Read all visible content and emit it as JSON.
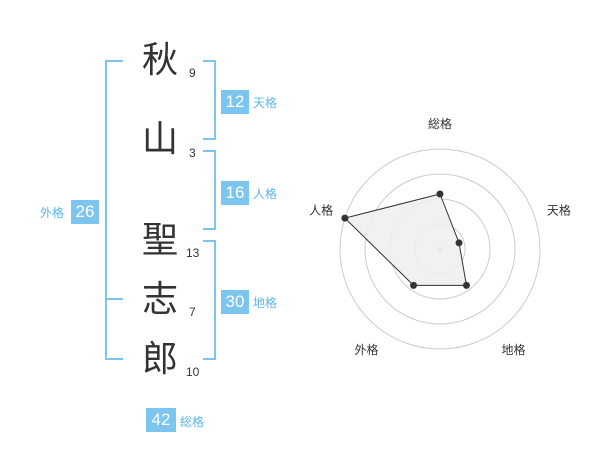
{
  "name": {
    "chars": [
      {
        "char": "秋",
        "strokes": "9"
      },
      {
        "char": "山",
        "strokes": "3"
      },
      {
        "char": "聖",
        "strokes": "13"
      },
      {
        "char": "志",
        "strokes": "7"
      },
      {
        "char": "郎",
        "strokes": "10"
      }
    ]
  },
  "kakusu": {
    "tenkaku": {
      "value": "12",
      "label": "天格"
    },
    "jinkaku": {
      "value": "16",
      "label": "人格"
    },
    "chikaku": {
      "value": "30",
      "label": "地格"
    },
    "gaikaku": {
      "value": "26",
      "label": "外格"
    },
    "soukaku": {
      "value": "42",
      "label": "総格"
    }
  },
  "chart_data": {
    "type": "radar",
    "axes": [
      "総格",
      "天格",
      "地格",
      "外格",
      "人格"
    ],
    "values": [
      0.55,
      0.2,
      0.45,
      0.45,
      1.0
    ],
    "range": [
      0,
      1
    ],
    "rings": 4,
    "colors": {
      "fill": "#eeeeee",
      "stroke": "#333333",
      "ring": "#cccccc",
      "accent": "#7cc5ef"
    }
  }
}
